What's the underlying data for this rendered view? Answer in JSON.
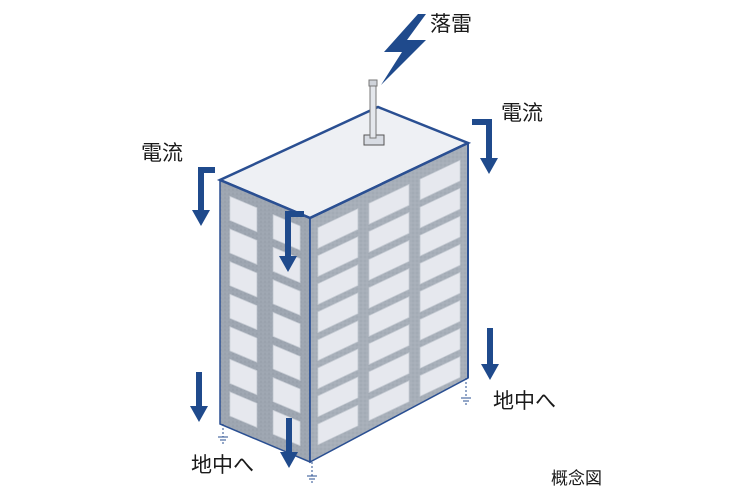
{
  "labels": {
    "lightning_strike": "落雷",
    "current_left": "電流",
    "current_right": "電流",
    "to_ground_right": "地中へ",
    "to_ground_left": "地中へ",
    "caption": "概念図"
  },
  "colors": {
    "arrow": "#1f4a8c",
    "outline": "#2a4f92",
    "wall_face": "#a6aeb8",
    "window": "#e6e8ee",
    "roof": "#eef0f4",
    "text": "#1a1a1a"
  },
  "icons": {
    "lightning": "lightning-bolt-icon",
    "ground": "ground-symbol-icon",
    "arrow": "down-arrow-icon"
  }
}
